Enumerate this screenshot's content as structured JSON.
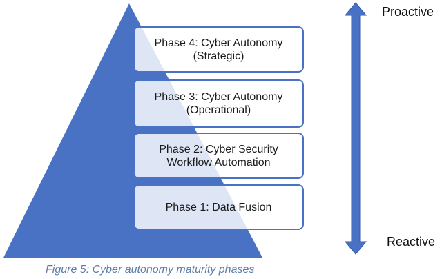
{
  "colors": {
    "pyramid": "#4a72c4",
    "box_border": "#4a72c4",
    "arrow": "#4a72c4",
    "caption": "#5e7ba8"
  },
  "phases": [
    {
      "label": "Phase 4: Cyber Autonomy\n(Strategic)"
    },
    {
      "label": "Phase 3: Cyber Autonomy\n(Operational)"
    },
    {
      "label": "Phase 2: Cyber Security\nWorkflow Automation"
    },
    {
      "label": "Phase 1: Data Fusion"
    }
  ],
  "axis": {
    "top_label": "Proactive",
    "bottom_label": "Reactive",
    "icon": "double-vertical-arrow"
  },
  "caption": "Figure 5: Cyber autonomy maturity phases"
}
